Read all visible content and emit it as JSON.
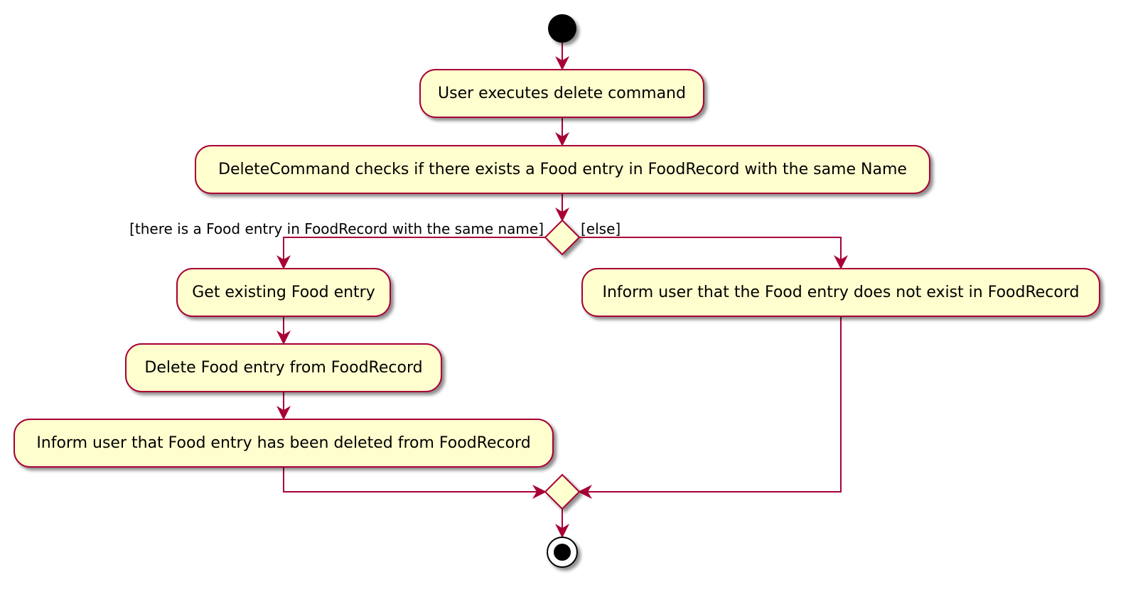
{
  "colors": {
    "activity_fill": "#FEFECE",
    "border": "#A80036",
    "arrow": "#A80036",
    "node_black": "#000000",
    "text": "#000000",
    "shadow": "#B8B8B8"
  },
  "activities": {
    "user_executes": "User executes delete command",
    "checks_exists": "DeleteCommand checks if there exists a Food entry in FoodRecord with the same Name",
    "get_existing": "Get existing Food entry",
    "delete_entry": "Delete Food entry from FoodRecord",
    "inform_deleted": "Inform user that Food entry has been deleted from FoodRecord",
    "inform_not_exist": "Inform user that the Food entry does not exist in FoodRecord"
  },
  "guards": {
    "yes": "[there is a Food entry in FoodRecord with the same name]",
    "else": "[else]"
  }
}
